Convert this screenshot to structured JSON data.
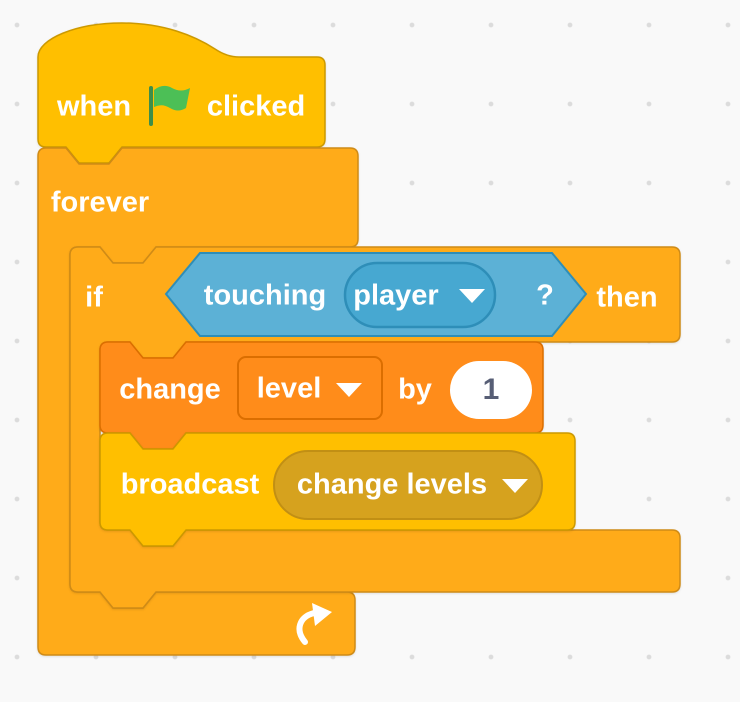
{
  "palette": {
    "background": "#f9f9f9",
    "grid_dot": "#dcdcdc",
    "events_fill": "#FFBF00",
    "events_stroke": "#CC9900",
    "events_field_fill": "#D6A21E",
    "events_field_stroke": "#C18F14",
    "control_fill": "#FFAB19",
    "control_stroke": "#CF8B17",
    "variables_fill": "#FF8C1A",
    "variables_stroke": "#DB6E00",
    "sensing_fill": "#5CB1D6",
    "sensing_stroke": "#2E8EB8",
    "sensing_field_fill": "#47A8D1",
    "label_text": "#FFFFFF",
    "input_fill": "#FFFFFF",
    "input_text": "#575E75",
    "flag_green": "#4CBF56",
    "flag_pole": "#3E8E49",
    "loop_arrow": "#FFFFFF"
  },
  "script": {
    "when_flag_clicked": {
      "when": "when",
      "clicked": "clicked"
    },
    "forever": {
      "label": "forever"
    },
    "if_then": {
      "if": "if",
      "then": "then"
    },
    "touching": {
      "label": "touching",
      "dropdown": "player",
      "suffix": "?"
    },
    "change_variable": {
      "change": "change",
      "variable": "level",
      "by": "by",
      "value": "1"
    },
    "broadcast": {
      "label": "broadcast",
      "message": "change levels"
    }
  }
}
